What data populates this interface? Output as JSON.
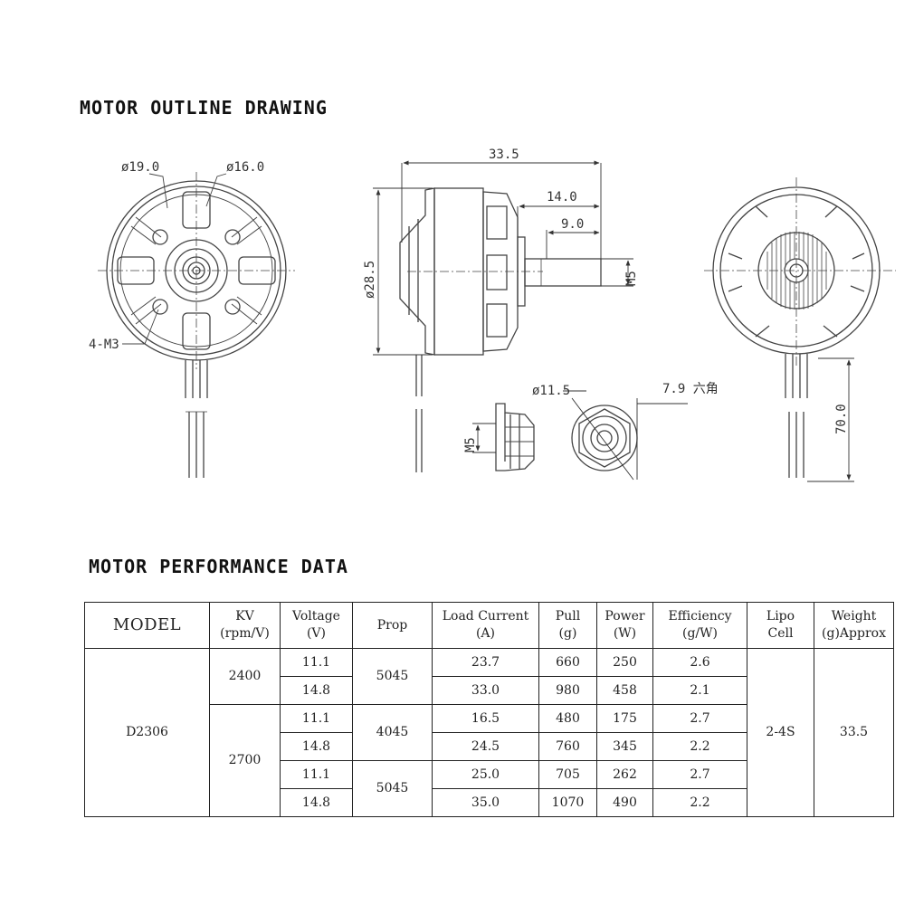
{
  "titles": {
    "drawing": "MOTOR OUTLINE DRAWING",
    "performance": "MOTOR PERFORMANCE DATA"
  },
  "dimensions": {
    "d19": "ø19.0",
    "d16": "ø16.0",
    "m3": "4-M3",
    "len": "33.5",
    "shaft14": "14.0",
    "shaft9": "9.0",
    "m5_shaft": "M5",
    "dia": "ø28.5",
    "nut_dia": "ø11.5",
    "hex": "7.9 六角",
    "m5_nut": "M5",
    "wire": "70.0"
  },
  "table": {
    "headers": {
      "model": "MODEL",
      "kv": [
        "KV",
        "(rpm/V)"
      ],
      "voltage": [
        "Voltage",
        "(V)"
      ],
      "prop": "Prop",
      "current": [
        "Load Current",
        "(A)"
      ],
      "pull": [
        "Pull",
        "(g)"
      ],
      "power": [
        "Power",
        "(W)"
      ],
      "efficiency": [
        "Efficiency",
        "(g/W)"
      ],
      "lipo": [
        "Lipo",
        "Cell"
      ],
      "weight": [
        "Weight",
        "(g)Approx"
      ]
    },
    "model": "D2306",
    "lipo": "2-4S",
    "weight": "33.5",
    "kv_groups": [
      "2400",
      "2700"
    ],
    "props": [
      "5045",
      "4045",
      "5045"
    ],
    "rows": [
      {
        "voltage": "11.1",
        "current": "23.7",
        "pull": "660",
        "power": "250",
        "efficiency": "2.6"
      },
      {
        "voltage": "14.8",
        "current": "33.0",
        "pull": "980",
        "power": "458",
        "efficiency": "2.1"
      },
      {
        "voltage": "11.1",
        "current": "16.5",
        "pull": "480",
        "power": "175",
        "efficiency": "2.7"
      },
      {
        "voltage": "14.8",
        "current": "24.5",
        "pull": "760",
        "power": "345",
        "efficiency": "2.2"
      },
      {
        "voltage": "11.1",
        "current": "25.0",
        "pull": "705",
        "power": "262",
        "efficiency": "2.7"
      },
      {
        "voltage": "14.8",
        "current": "35.0",
        "pull": "1070",
        "power": "490",
        "efficiency": "2.2"
      }
    ]
  }
}
